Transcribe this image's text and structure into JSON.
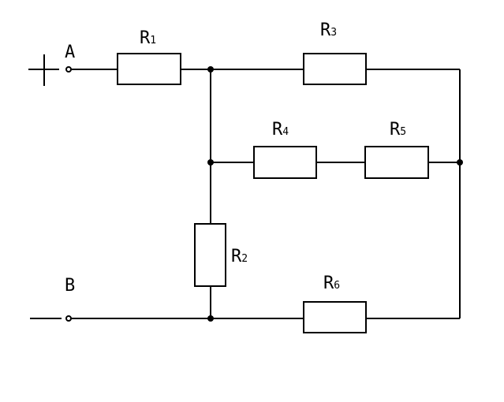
{
  "diagram": {
    "type": "circuit",
    "terminals": [
      {
        "id": "A",
        "label": "A",
        "polarity": "+"
      },
      {
        "id": "B",
        "label": "B",
        "polarity": ""
      }
    ],
    "resistors": [
      {
        "id": "R1",
        "letter": "R",
        "index": "1"
      },
      {
        "id": "R2",
        "letter": "R",
        "index": "2"
      },
      {
        "id": "R3",
        "letter": "R",
        "index": "3"
      },
      {
        "id": "R4",
        "letter": "R",
        "index": "4"
      },
      {
        "id": "R5",
        "letter": "R",
        "index": "5"
      },
      {
        "id": "R6",
        "letter": "R",
        "index": "6"
      }
    ],
    "colors": {
      "line": "#000000",
      "background": "#ffffff"
    }
  }
}
